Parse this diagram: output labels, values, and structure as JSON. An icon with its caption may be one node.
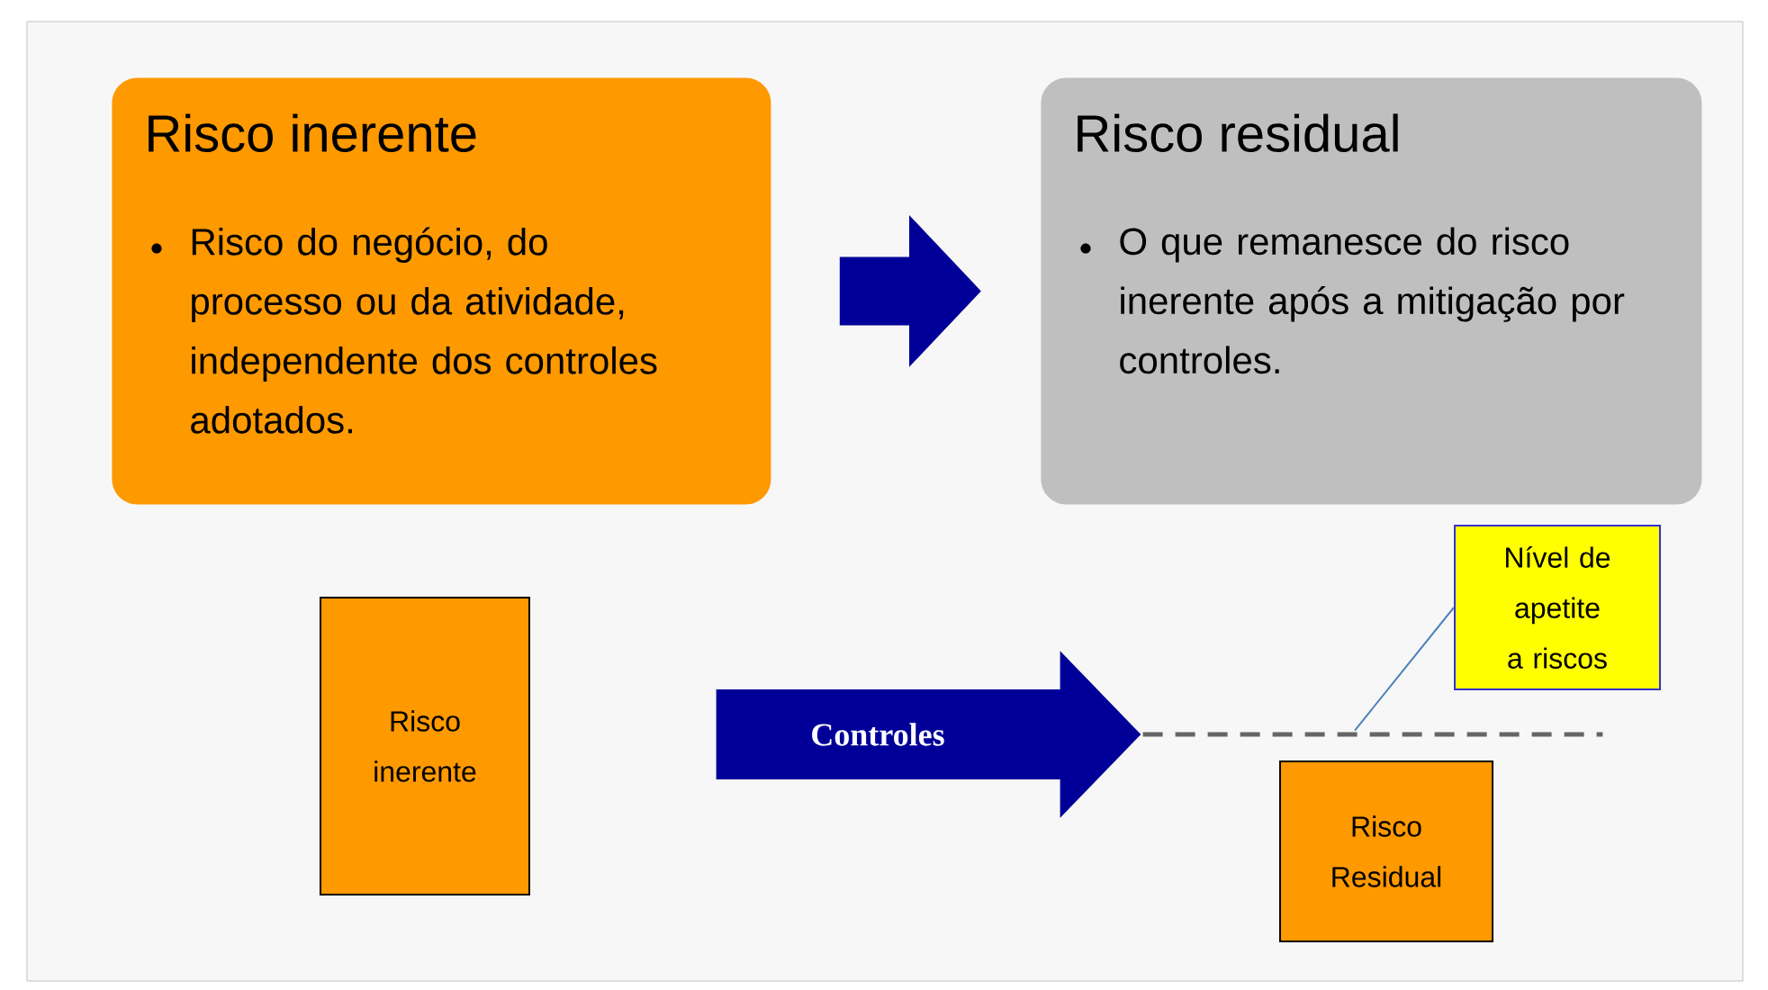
{
  "diagram": {
    "nodes": [
      {
        "text": [
          "Risco inerente",
          "Risco do negócio, do processo ou da atividade, independente dos controles adotados."
        ]
      },
      {
        "text": [
          "Risco residual",
          "O que remanesce do risco inerente após a mitigação por controles."
        ]
      },
      {
        "text": [
          "Risco inerente"
        ]
      },
      {
        "text": [
          "Risco Residual"
        ]
      },
      {
        "text": [
          "Nível de apetite a riscos"
        ]
      },
      {
        "text": [],
        "shape": "line"
      }
    ],
    "edges": [
      {
        "from": 0,
        "to": 1,
        "arrow": "to"
      },
      {
        "from": null,
        "to": 5,
        "arrow": "to",
        "label": "Controles"
      },
      {
        "from": 4,
        "to": 5,
        "arrow": "none",
        "color": "#4f81bd"
      }
    ]
  }
}
